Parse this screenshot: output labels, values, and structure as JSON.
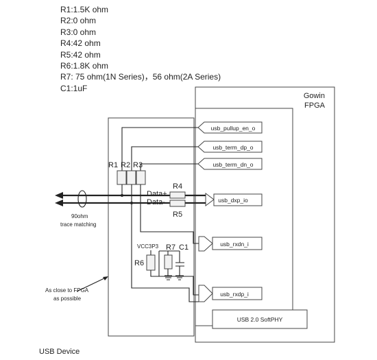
{
  "notes": [
    "R1:1.5K ohm",
    "R2:0 ohm",
    "R3:0 ohm",
    "R4:42 ohm",
    "R5:42 ohm",
    "R6:1.8K ohm",
    "R7: 75 ohm(1N Series)，56 ohm(2A Series)",
    "C1:1uF"
  ],
  "fpga": {
    "line1": "Gowin",
    "line2": "FPGA"
  },
  "signals": {
    "pullup": "usb_pullup_en_o",
    "term_dp": "usb_term_dp_o",
    "term_dn": "usb_term_dn_o",
    "dxp": "usb_dxp_io",
    "rxdn": "usb_rxdn_i",
    "rxdp": "usb_rxdp_i"
  },
  "softphy": "USB 2.0 SoftPHY",
  "components": {
    "r1": "R1",
    "r2": "R2",
    "r3": "R3",
    "r4": "R4",
    "r5": "R5",
    "r6": "R6",
    "r7": "R7",
    "c1": "C1",
    "vcc": "VCC3P3"
  },
  "data_labels": {
    "plus": "Data+",
    "minus": "Data-"
  },
  "trace": {
    "line1": "90ohm",
    "line2": "trace matching"
  },
  "note_close": {
    "line1": "As close to FPGA",
    "line2": "as possible"
  },
  "usb_device": "USB Device"
}
